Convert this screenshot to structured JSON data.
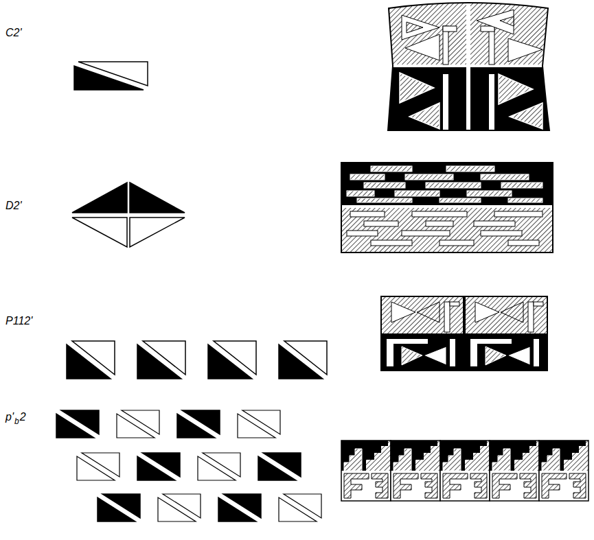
{
  "diagram": {
    "labels": [
      "C2'",
      "D2'",
      "P112'",
      "p'",
      "b",
      "2"
    ]
  }
}
